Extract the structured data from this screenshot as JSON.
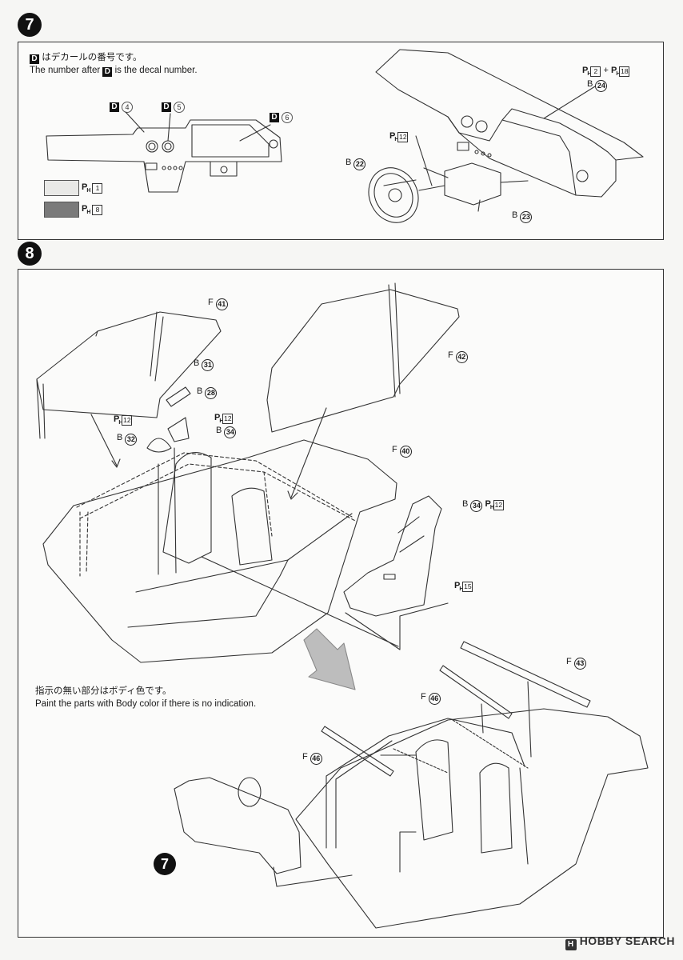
{
  "step7": {
    "number": "7",
    "note_jp": "はデカールの番号です。",
    "note_en_before": "The number after",
    "note_en_after": "is the decal number.",
    "d_letter": "D",
    "decals": [
      {
        "letter": "D",
        "num": "4"
      },
      {
        "letter": "D",
        "num": "5"
      },
      {
        "letter": "D",
        "num": "6"
      }
    ],
    "colors": [
      {
        "code": "1",
        "swatch": "#e9e9e7"
      },
      {
        "code": "8",
        "swatch": "#7a7a7a"
      }
    ],
    "parts": {
      "dash_color_a": "2",
      "dash_color_b": "18",
      "dash_plus": "+",
      "dash": {
        "letter": "B",
        "num": "24"
      },
      "wheel_color": "12",
      "wheel": {
        "letter": "B",
        "num": "22"
      },
      "column": {
        "letter": "B",
        "num": "23"
      }
    }
  },
  "step8": {
    "number": "8",
    "labels": {
      "f41": {
        "letter": "F",
        "num": "41"
      },
      "f42": {
        "letter": "F",
        "num": "42"
      },
      "b31": {
        "letter": "B",
        "num": "31"
      },
      "b28": {
        "letter": "B",
        "num": "28"
      },
      "ph12_a": "12",
      "b32": {
        "letter": "B",
        "num": "32"
      },
      "ph12_b": "12",
      "b34_a": {
        "letter": "B",
        "num": "34"
      },
      "f40": {
        "letter": "F",
        "num": "40"
      },
      "b34_b": {
        "letter": "B",
        "num": "34"
      },
      "ph12_c": "12",
      "ph15": "15",
      "f43": {
        "letter": "F",
        "num": "43"
      },
      "f46_a": {
        "letter": "F",
        "num": "46"
      },
      "f46_b": {
        "letter": "F",
        "num": "46"
      },
      "ref7": "7"
    },
    "note_jp": "指示の無い部分はボディ色です。",
    "note_en": "Paint the parts with Body color if there is no indication."
  },
  "paint_prefix": "P",
  "paint_sub": "H",
  "watermark": "HOBBY SEARCH",
  "watermark_logo": "H"
}
